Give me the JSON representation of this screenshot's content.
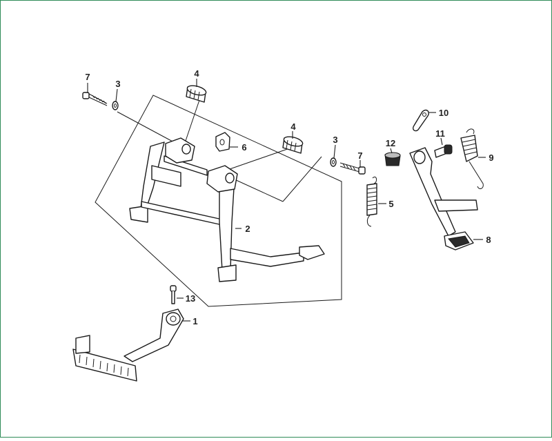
{
  "diagram": {
    "frame_color": "#2e8b57",
    "callouts": {
      "c1": "1",
      "c2": "2",
      "c3a": "3",
      "c3b": "3",
      "c4a": "4",
      "c4b": "4",
      "c5": "5",
      "c6": "6",
      "c7a": "7",
      "c7b": "7",
      "c8": "8",
      "c9": "9",
      "c10": "10",
      "c11": "11",
      "c12": "12",
      "c13": "13"
    },
    "icons": [
      "bolt-icon",
      "washer-icon",
      "rubber-bumper-icon",
      "spring-icon",
      "kick-starter-lever-icon",
      "main-stand-icon",
      "side-stand-icon"
    ]
  }
}
